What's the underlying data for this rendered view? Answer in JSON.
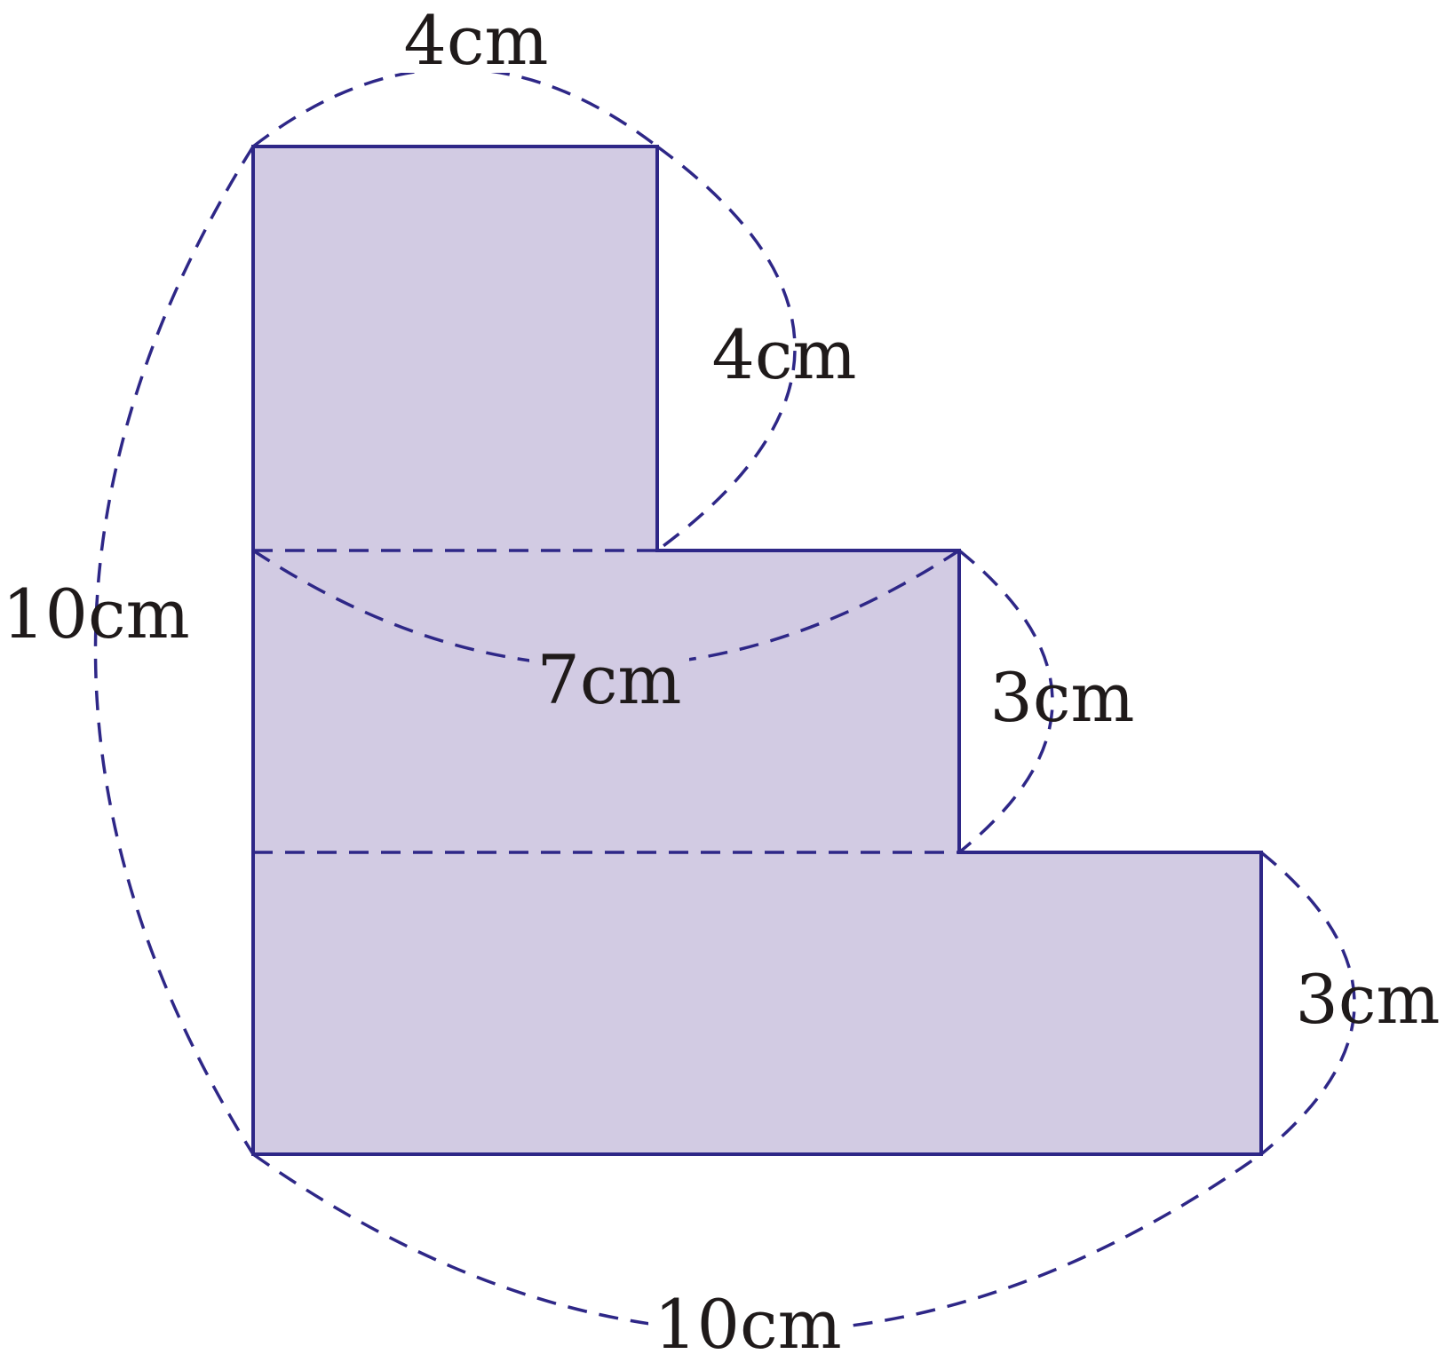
{
  "figure": {
    "fill_color": "#d2cbe3",
    "stroke_color": "#2e2787",
    "label_color": "#1f1a1a"
  },
  "labels": {
    "top_width": "4cm",
    "upper_step_height": "4cm",
    "middle_width": "7cm",
    "middle_step_height": "3cm",
    "lower_step_height": "3cm",
    "total_height": "10cm",
    "total_width": "10cm"
  }
}
